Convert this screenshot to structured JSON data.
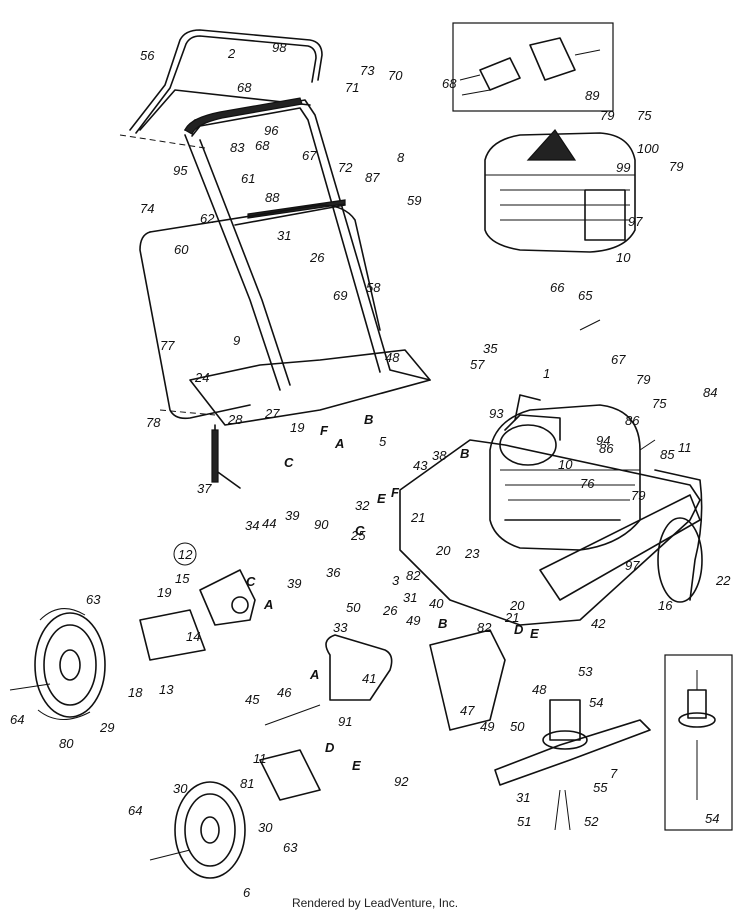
{
  "diagram": {
    "part_labels": [
      "56",
      "2",
      "98",
      "68",
      "71",
      "73",
      "70",
      "68",
      "83",
      "96",
      "68",
      "8",
      "95",
      "67",
      "72",
      "87",
      "61",
      "88",
      "59",
      "74",
      "62",
      "31",
      "26",
      "60",
      "69",
      "58",
      "9",
      "77",
      "35",
      "48",
      "57",
      "24",
      "78",
      "93",
      "28",
      "27",
      "19",
      "C",
      "F",
      "A",
      "5",
      "B",
      "B",
      "43",
      "38",
      "37",
      "34",
      "44",
      "39",
      "90",
      "32",
      "C",
      "E",
      "F",
      "25",
      "21",
      "39",
      "36",
      "50",
      "3",
      "26",
      "31",
      "82",
      "49",
      "40",
      "20",
      "23",
      "12",
      "15",
      "C",
      "A",
      "19",
      "63",
      "14",
      "13",
      "18",
      "64",
      "29",
      "80",
      "33",
      "B",
      "82",
      "45",
      "46",
      "A",
      "41",
      "47",
      "49",
      "50",
      "48",
      "53",
      "54",
      "91",
      "11",
      "D",
      "E",
      "81",
      "92",
      "30",
      "64",
      "30",
      "63",
      "6",
      "7",
      "31",
      "55",
      "51",
      "52",
      "20",
      "21",
      "D",
      "E",
      "42",
      "16",
      "22",
      "11",
      "85",
      "84",
      "86",
      "94",
      "10",
      "86",
      "76",
      "79",
      "97",
      "79",
      "75",
      "66",
      "65",
      "67",
      "1",
      "89",
      "79",
      "75",
      "100",
      "99",
      "79",
      "97",
      "10",
      "54"
    ],
    "inset_labels": {
      "carburetor": "89",
      "blade_adapter": "54"
    }
  },
  "footer": {
    "credit": "Rendered by LeadVenture, Inc."
  }
}
